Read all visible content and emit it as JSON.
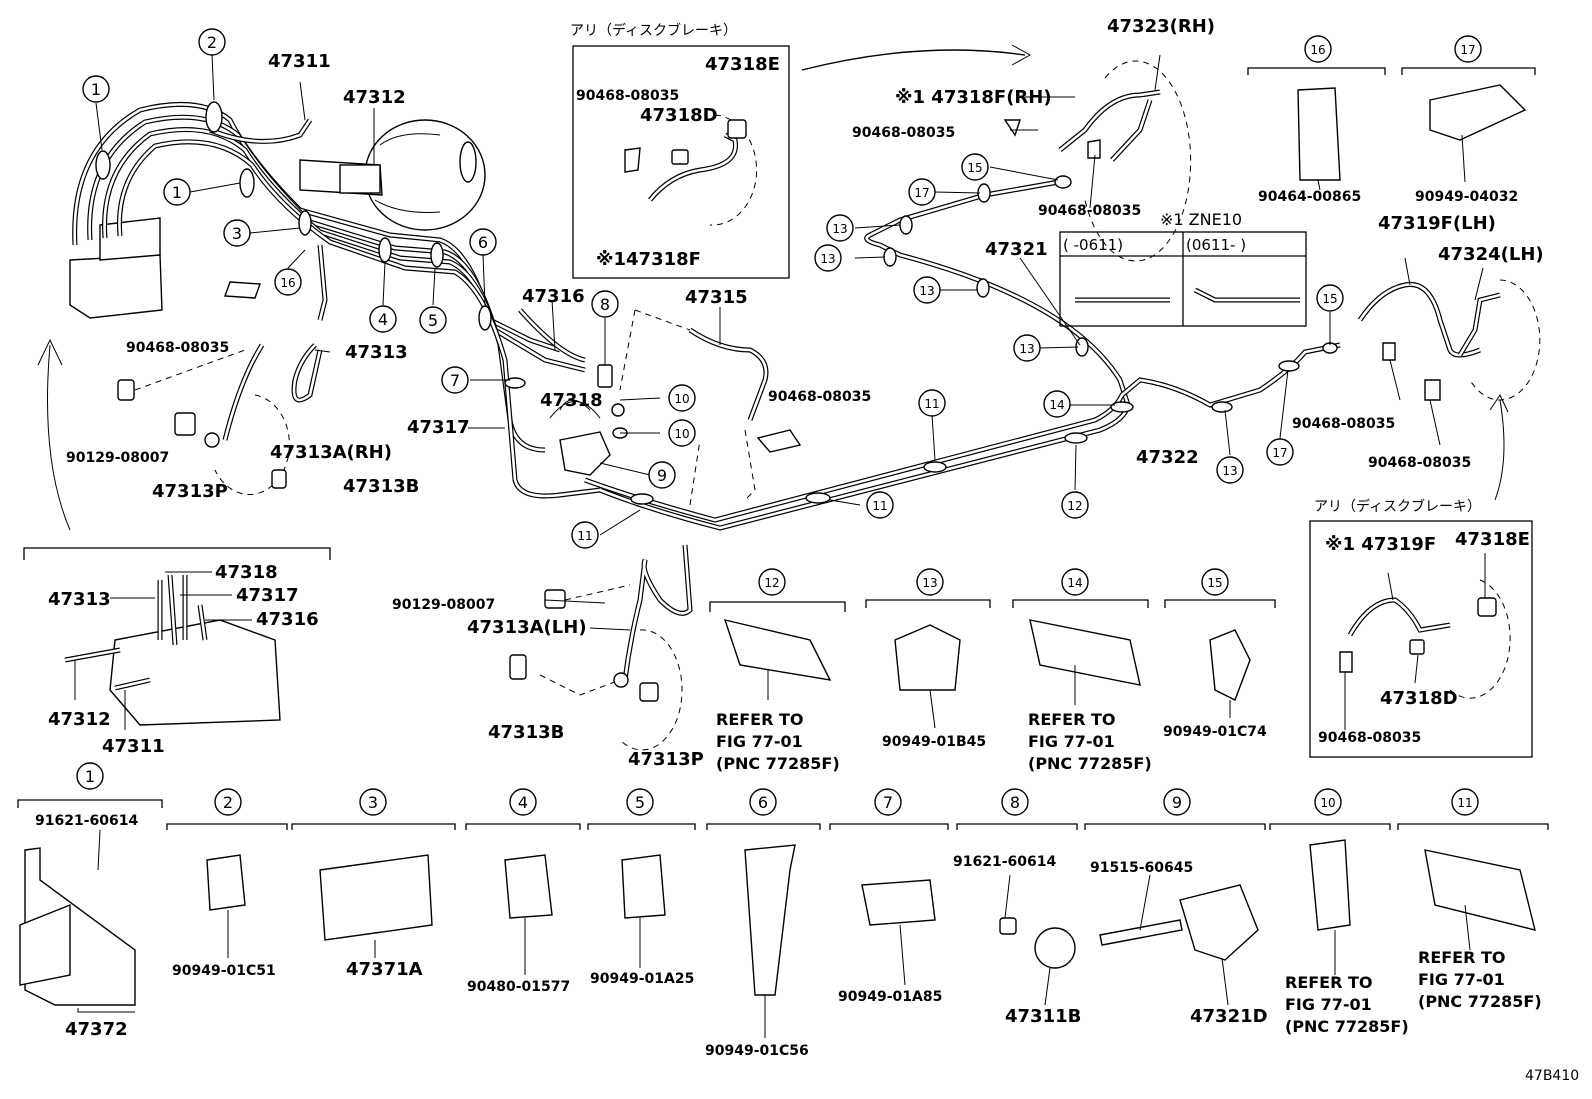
{
  "diagram_id": "47B410",
  "part_labels": {
    "p47311": "47311",
    "p47312": "47312",
    "p47313": "47313",
    "p47313A_RH": "47313A(RH)",
    "p47313A_LH": "47313A(LH)",
    "p47313B": "47313B",
    "p47313P": "47313P",
    "p47315": "47315",
    "p47316": "47316",
    "p47317": "47317",
    "p47318": "47318",
    "p47318D": "47318D",
    "p47318E": "47318E",
    "p47318F_RH": "※1 47318F(RH)",
    "p47318F_mark": "※147318F",
    "p47319F_LH": "47319F(LH)",
    "p47319F_mark": "※1 47319F",
    "p47321": "47321",
    "p47322": "47322",
    "p47323_RH": "47323(RH)",
    "p47324_LH": "47324(LH)",
    "p47371A": "47371A",
    "p47372": "47372",
    "p47311B": "47311B",
    "p47321D": "47321D",
    "p90468_08035": "90468-08035",
    "p90129_08007": "90129-08007",
    "p90464_00865": "90464-00865",
    "p90949_04032": "90949-04032",
    "p90949_01B45": "90949-01B45",
    "p90949_01C74": "90949-01C74",
    "p90949_01C51": "90949-01C51",
    "p90480_01577": "90480-01577",
    "p90949_01A25": "90949-01A25",
    "p90949_01C56": "90949-01C56",
    "p90949_01A85": "90949-01A85",
    "p91621_60614": "91621-60614",
    "p91515_60645": "91515-60645"
  },
  "notes": {
    "disc_brake_top": "アリ（ディスクブレーキ）",
    "disc_brake_right": "アリ（ディスクブレーキ）",
    "zne10": "※1 ZNE10",
    "zne10_col1": "(      -0611)",
    "zne10_col2": "(0611-      )",
    "refer_line1": "REFER TO",
    "refer_line2": "FIG 77-01",
    "refer_line3": "(PNC 77285F)"
  },
  "callouts": [
    "1",
    "2",
    "3",
    "4",
    "5",
    "6",
    "7",
    "8",
    "9",
    "10",
    "11",
    "12",
    "13",
    "14",
    "15",
    "16",
    "17"
  ]
}
